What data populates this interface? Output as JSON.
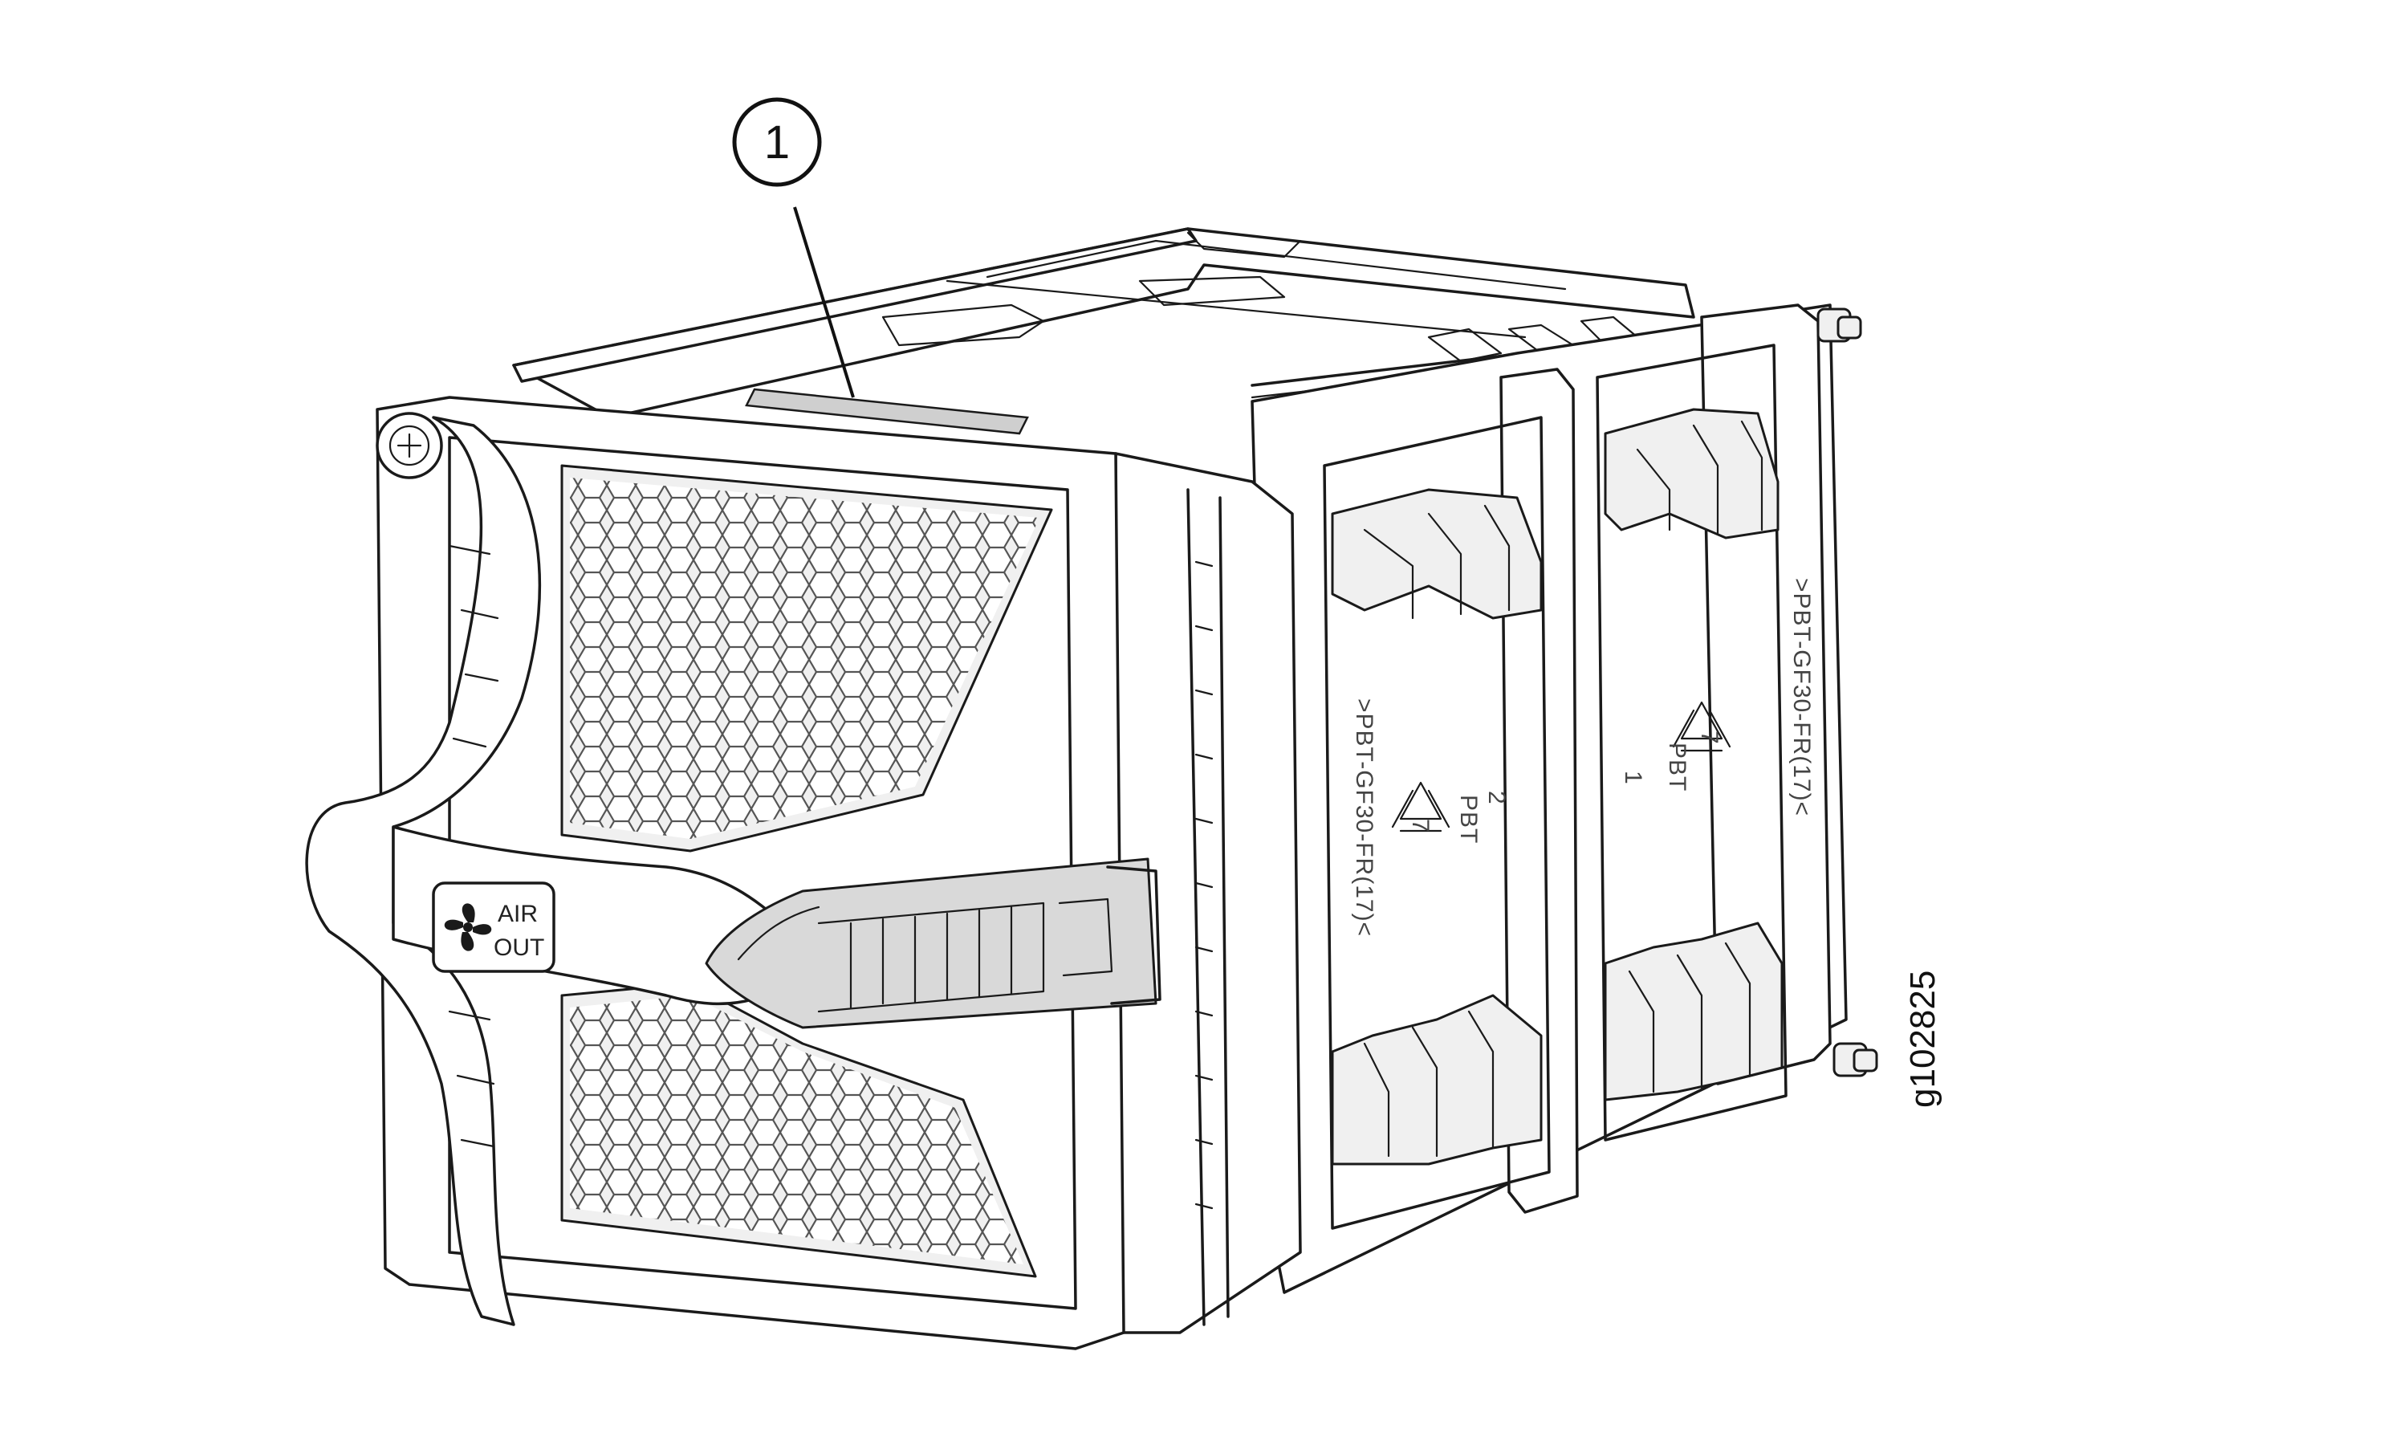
{
  "figure": {
    "id": "g102825",
    "callouts": [
      {
        "number": "1"
      }
    ],
    "labels": {
      "air_out_line1": "AIR",
      "air_out_line2": "OUT",
      "material_left": ">PBT-GF30-FR(17)<",
      "material_right": ">PBT-GF30-FR(17)<",
      "recycle_code": "7",
      "recycle_material": "PBT",
      "fan_left_number": "2",
      "fan_right_number": "1"
    },
    "icons": [
      "fan-icon",
      "recycle-icon"
    ]
  }
}
